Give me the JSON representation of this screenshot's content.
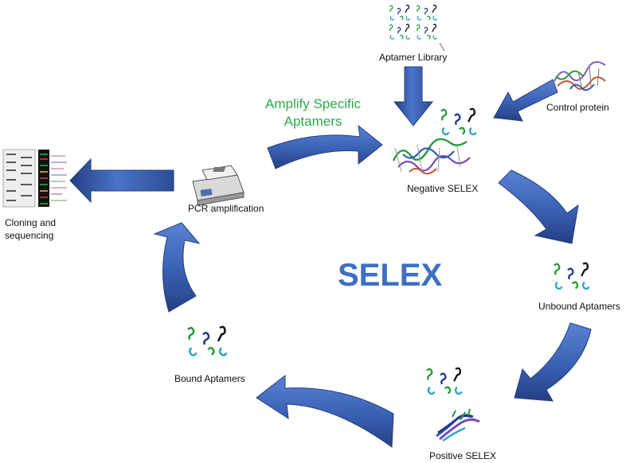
{
  "diagram": {
    "title": "SELEX",
    "amplify_line1": "Amplify Specific",
    "amplify_line2": "Aptamers",
    "labels": {
      "aptamer_library": "Aptamer Library",
      "control_protein": "Control protein",
      "negative_selex": "Negative SELEX",
      "unbound_aptamers": "Unbound Aptamers",
      "positive_selex": "Positive SELEX",
      "bound_aptamers": "Bound Aptamers",
      "pcr_amplification": "PCR amplification",
      "cloning_line1": "Cloning and",
      "cloning_line2": "sequencing"
    },
    "colors": {
      "arrow": "#3a60b3",
      "arrow_dark": "#22407f",
      "title": "#3d6fc4",
      "amplify_text": "#2fa84f",
      "aptamer_green": "#2c9a3c",
      "aptamer_teal": "#28a7c8",
      "aptamer_navy": "#22388f",
      "aptamer_black": "#111111"
    }
  }
}
